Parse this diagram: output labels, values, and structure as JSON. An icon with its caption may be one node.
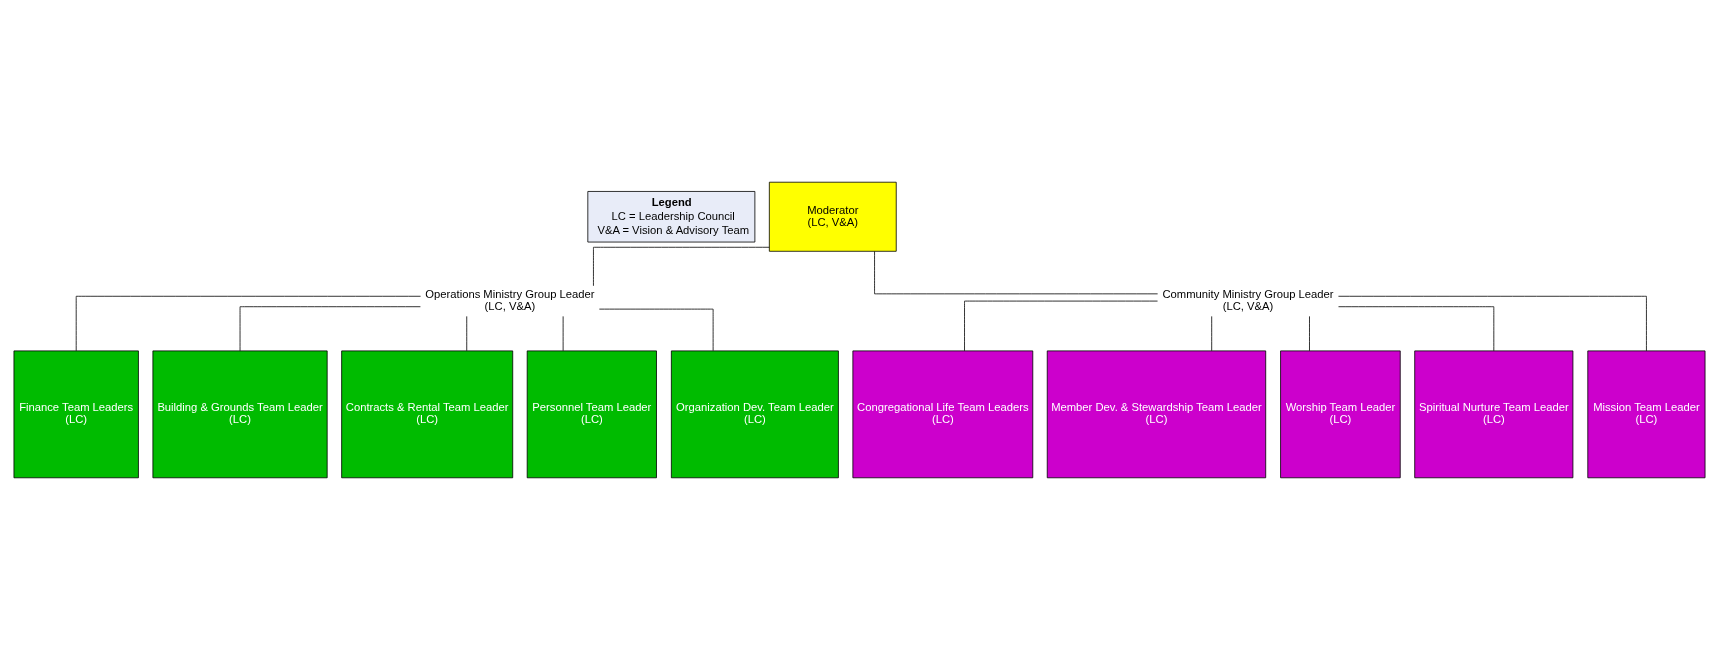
{
  "diagram": {
    "nodes": [
      {
        "text": [
          "Legend",
          "LC = Leadership Council",
          "V&A = Vision & Advisory Team"
        ]
      },
      {
        "text": [
          "Moderator",
          "(LC, V&A)"
        ]
      },
      {
        "text": [
          "Operations Ministry Group Leader",
          "(LC, V&A)"
        ]
      },
      {
        "text": [
          "Community Ministry Group Leader",
          "(LC, V&A)"
        ]
      },
      {
        "text": [
          "Finance Team Leaders",
          "(LC)"
        ]
      },
      {
        "text": [
          "Building & Grounds Team Leader",
          "(LC)"
        ]
      },
      {
        "text": [
          "Contracts & Rental Team Leader",
          "(LC)"
        ]
      },
      {
        "text": [
          "Personnel Team Leader",
          "(LC)"
        ]
      },
      {
        "text": [
          "Organization Dev. Team Leader",
          "(LC)"
        ]
      },
      {
        "text": [
          "Congregational Life Team Leaders",
          "(LC)"
        ]
      },
      {
        "text": [
          "Member Dev. & Stewardship Team Leader",
          "(LC)"
        ]
      },
      {
        "text": [
          "Worship Team Leader",
          "(LC)"
        ]
      },
      {
        "text": [
          "Spiritual Nurture Team Leader",
          "(LC)"
        ]
      },
      {
        "text": [
          "Mission Team Leader",
          "(LC)"
        ]
      }
    ],
    "edges": [
      {
        "from": 1,
        "to": 2,
        "arrow": "none"
      },
      {
        "from": 1,
        "to": 3,
        "arrow": "none"
      },
      {
        "from": 2,
        "to": 4,
        "arrow": "none"
      },
      {
        "from": 2,
        "to": 5,
        "arrow": "none"
      },
      {
        "from": 2,
        "to": 6,
        "arrow": "none"
      },
      {
        "from": 2,
        "to": 7,
        "arrow": "none"
      },
      {
        "from": 2,
        "to": 8,
        "arrow": "none"
      },
      {
        "from": 3,
        "to": 9,
        "arrow": "none"
      },
      {
        "from": 3,
        "to": 10,
        "arrow": "none"
      },
      {
        "from": 3,
        "to": 11,
        "arrow": "none"
      },
      {
        "from": 3,
        "to": 12,
        "arrow": "none"
      },
      {
        "from": 3,
        "to": 13,
        "arrow": "none"
      }
    ]
  }
}
